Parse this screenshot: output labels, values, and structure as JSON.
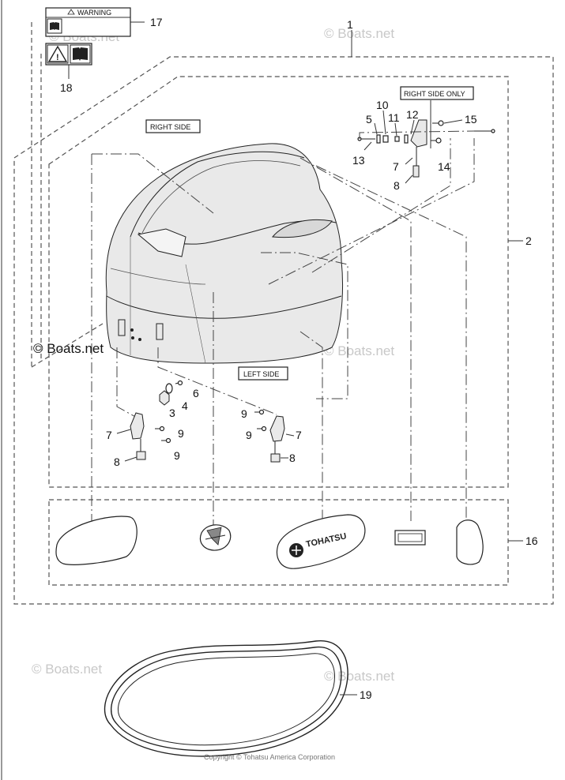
{
  "labels": {
    "warning_label_text": "WARNING",
    "right_side": "RIGHT SIDE",
    "left_side": "LEFT SIDE",
    "right_side_only": "RIGHT SIDE ONLY",
    "decal_brand": "TOHATSU"
  },
  "callouts": {
    "n1": "1",
    "n2": "2",
    "n3": "3",
    "n4": "4",
    "n5": "5",
    "n6": "6",
    "n7a": "7",
    "n7b": "7",
    "n7c": "7",
    "n8a": "8",
    "n8b": "8",
    "n8c": "8",
    "n9a": "9",
    "n9b": "9",
    "n9c": "9",
    "n9d": "9",
    "n10": "10",
    "n11": "11",
    "n12": "12",
    "n13": "13",
    "n14": "14",
    "n15": "15",
    "n16": "16",
    "n17": "17",
    "n18": "18",
    "n19": "19"
  },
  "watermarks": {
    "wm1": "© Boats.net",
    "wm2": "© Boats.net",
    "wm3": "© Boats.net",
    "wm4": "© Boats.net",
    "wm5": "© Boats.net"
  },
  "copyright": "Copyright © Tohatsu America Corporation",
  "icons": [
    "warning-triangle-icon",
    "manual-book-icon"
  ]
}
